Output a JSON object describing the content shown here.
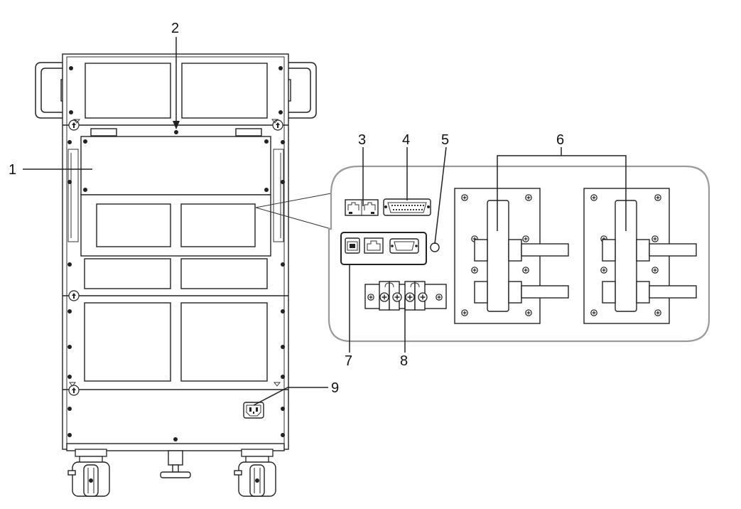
{
  "callouts": [
    {
      "id": "1",
      "text": "1"
    },
    {
      "id": "2",
      "text": "2"
    },
    {
      "id": "3",
      "text": "3"
    },
    {
      "id": "4",
      "text": "4"
    },
    {
      "id": "5",
      "text": "5"
    },
    {
      "id": "6",
      "text": "6"
    },
    {
      "id": "7",
      "text": "7"
    },
    {
      "id": "8",
      "text": "8"
    },
    {
      "id": "9",
      "text": "9"
    }
  ],
  "colors": {
    "line": "#222222",
    "callout_box": "#9a9a9a",
    "background": "#ffffff"
  }
}
